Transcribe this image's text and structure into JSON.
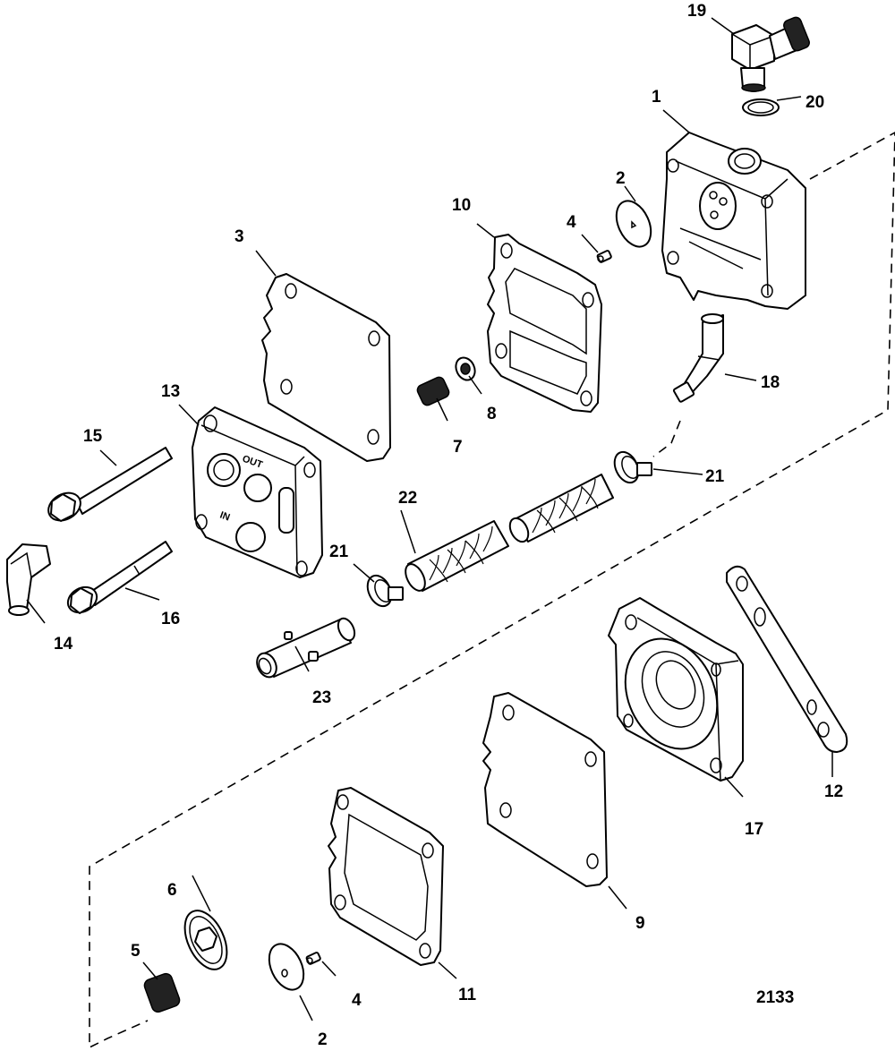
{
  "diagram": {
    "type": "exploded-parts-view",
    "figure_number": "2133",
    "callouts": [
      {
        "id": "1",
        "label": "1",
        "part": "pump-body"
      },
      {
        "id": "2a",
        "label": "2",
        "part": "check-valve-disc-upper"
      },
      {
        "id": "2b",
        "label": "2",
        "part": "check-valve-disc-lower"
      },
      {
        "id": "3",
        "label": "3",
        "part": "gasket-plate"
      },
      {
        "id": "4a",
        "label": "4",
        "part": "retainer-upper"
      },
      {
        "id": "4b",
        "label": "4",
        "part": "retainer-lower"
      },
      {
        "id": "5",
        "label": "5",
        "part": "spring-lower"
      },
      {
        "id": "6",
        "label": "6",
        "part": "diaphragm-cap"
      },
      {
        "id": "7",
        "label": "7",
        "part": "spring-upper"
      },
      {
        "id": "8",
        "label": "8",
        "part": "spring-cap"
      },
      {
        "id": "9",
        "label": "9",
        "part": "gasket-plate-lower"
      },
      {
        "id": "10",
        "label": "10",
        "part": "gasket-upper"
      },
      {
        "id": "11",
        "label": "11",
        "part": "gasket-lower"
      },
      {
        "id": "12",
        "label": "12",
        "part": "strap"
      },
      {
        "id": "13",
        "label": "13",
        "part": "cover"
      },
      {
        "id": "14",
        "label": "14",
        "part": "elbow-fitting-left"
      },
      {
        "id": "15",
        "label": "15",
        "part": "long-bolt"
      },
      {
        "id": "16",
        "label": "16",
        "part": "short-bolt"
      },
      {
        "id": "17",
        "label": "17",
        "part": "base-housing"
      },
      {
        "id": "18",
        "label": "18",
        "part": "elbow-fitting-right"
      },
      {
        "id": "19",
        "label": "19",
        "part": "elbow-fitting-top"
      },
      {
        "id": "20",
        "label": "20",
        "part": "o-ring"
      },
      {
        "id": "21a",
        "label": "21",
        "part": "hose-clamp-right"
      },
      {
        "id": "21b",
        "label": "21",
        "part": "hose-clamp-left"
      },
      {
        "id": "22",
        "label": "22",
        "part": "braided-hose"
      },
      {
        "id": "23",
        "label": "23",
        "part": "tee-fitting"
      }
    ],
    "cover_markings": {
      "out": "OUT",
      "in": "IN"
    }
  }
}
